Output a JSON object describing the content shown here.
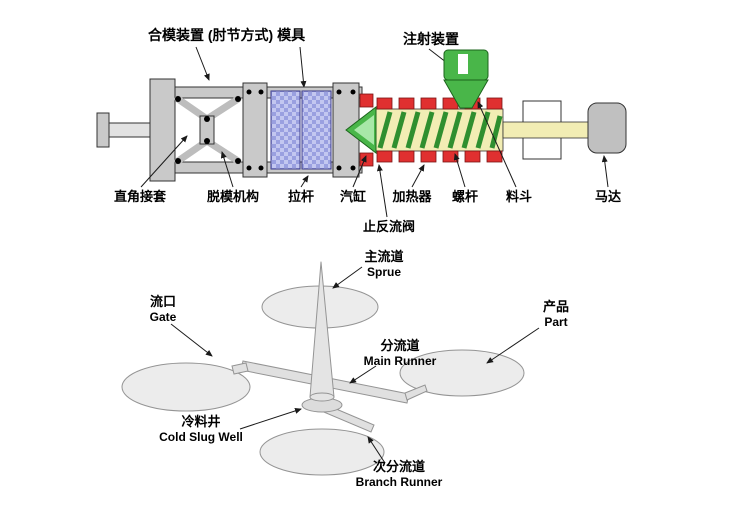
{
  "machine": {
    "title": "合模装置 (肘节方式) 模具",
    "injection_label": "注射装置",
    "labels": {
      "right_angle_socket": "直角接套",
      "ejection_mechanism": "脱模机构",
      "tie_bar": "拉杆",
      "cylinder": "汽缸",
      "heater": "加热器",
      "screw": "螺杆",
      "hopper": "料斗",
      "motor": "马达",
      "check_valve": "止反流阀"
    }
  },
  "runner_system": {
    "sprue": {
      "cn": "主流道",
      "en": "Sprue"
    },
    "gate": {
      "cn": "流口",
      "en": "Gate"
    },
    "part": {
      "cn": "产品",
      "en": "Part"
    },
    "main_runner": {
      "cn": "分流道",
      "en": "Main Runner"
    },
    "cold_slug_well": {
      "cn": "冷料井",
      "en": "Cold Slug Well"
    },
    "branch_runner": {
      "cn": "次分流道",
      "en": "Branch Runner"
    }
  },
  "colors": {
    "heater_red": "#e03030",
    "hopper_green": "#49b649",
    "mold_blue": "#b9bdf0",
    "barrel_yellow": "#f2edb4",
    "metal_gray": "#c9c9c9",
    "background": "#ffffff"
  }
}
